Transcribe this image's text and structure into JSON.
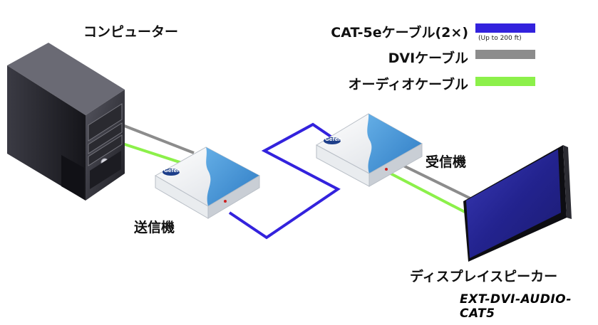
{
  "labels": {
    "computer": "コンピューター",
    "transmitter": "送信機",
    "receiver": "受信機",
    "display": "ディスプレイスピーカー",
    "model": "EXT-DVI-AUDIO-CAT5",
    "device_logo": "Gefen"
  },
  "legend": [
    {
      "label": "CAT-5eケーブル(2×)",
      "sub": "(Up to 200 ft)",
      "color": "#3322dd"
    },
    {
      "label": "DVIケーブル",
      "sub": "",
      "color": "#8c8c8c"
    },
    {
      "label": "オーディオケーブル",
      "sub": "",
      "color": "#8cf04a"
    }
  ],
  "colors": {
    "cat5": "#3322dd",
    "dvi": "#8c8c8c",
    "audio": "#8cf04a",
    "device_blue": "#3f8fd2",
    "screen": "#2a2a9c"
  }
}
